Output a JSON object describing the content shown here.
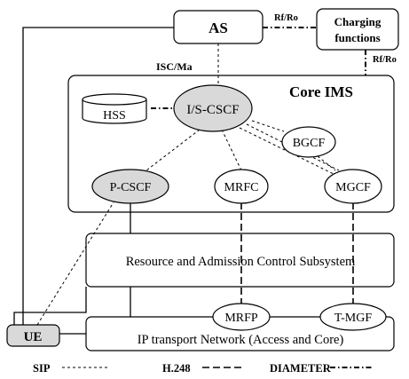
{
  "nodes": {
    "as": "AS",
    "charging": [
      "Charging",
      "functions"
    ],
    "hss": "HSS",
    "iscscf": "I/S-CSCF",
    "bgcf": "BGCF",
    "pcscf": "P-CSCF",
    "mrfc": "MRFC",
    "mgcf": "MGCF",
    "mrfp": "MRFP",
    "tmgf": "T-MGF",
    "ue": "UE"
  },
  "regions": {
    "core_ims": "Core IMS",
    "racs": "Resource and Admission Control Subsystem",
    "ip_transport": "IP transport Network (Access and Core)"
  },
  "interfaces": {
    "rf_ro_top": "Rf/Ro",
    "rf_ro_side": "Rf/Ro",
    "isc_ma": "ISC/Ma"
  },
  "legend": {
    "sip": "SIP",
    "h248": "H.248",
    "diameter": "DIAMETER"
  },
  "colors": {
    "grey_node": "#d9d9d9",
    "line": "#000000"
  }
}
